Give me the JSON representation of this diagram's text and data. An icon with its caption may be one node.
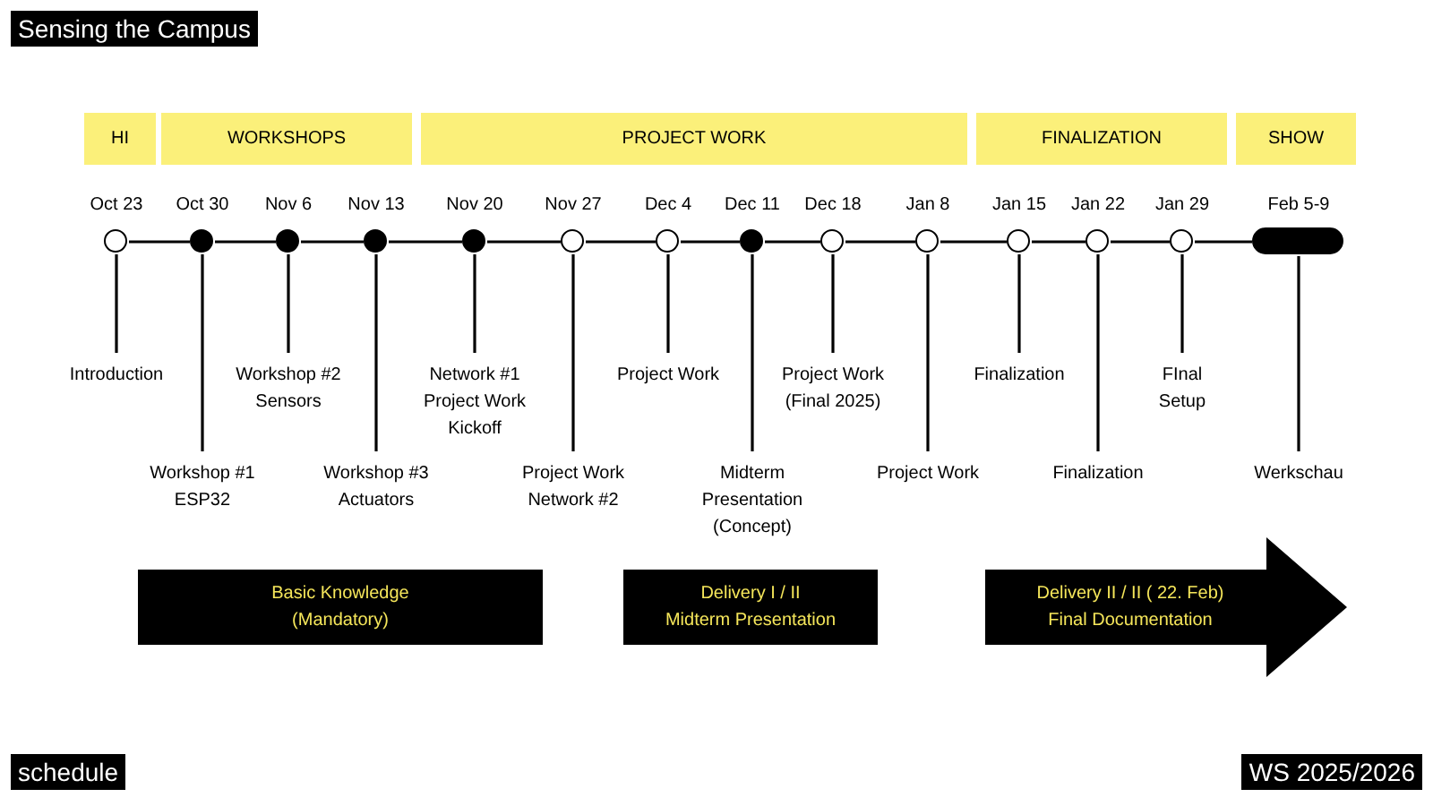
{
  "diagram": {
    "title": "Sensing the Campus",
    "nodes": [
      {
        "text": [
          "HI"
        ]
      },
      {
        "text": [
          "WORKSHOPS"
        ]
      },
      {
        "text": [
          "PROJECT WORK"
        ]
      },
      {
        "text": [
          "FINALIZATION"
        ]
      },
      {
        "text": [
          "SHOW"
        ]
      },
      {
        "text": [],
        "shape": "circle",
        "beside": [
          "Oct 23"
        ]
      },
      {
        "text": [],
        "shape": "dot",
        "beside": [
          "Oct 30"
        ]
      },
      {
        "text": [],
        "shape": "dot",
        "beside": [
          "Nov 6"
        ]
      },
      {
        "text": [],
        "shape": "dot",
        "beside": [
          "Nov 13"
        ]
      },
      {
        "text": [],
        "shape": "dot",
        "beside": [
          "Nov 20"
        ]
      },
      {
        "text": [],
        "shape": "circle",
        "beside": [
          "Nov 27"
        ]
      },
      {
        "text": [],
        "shape": "circle",
        "beside": [
          "Dec 4"
        ]
      },
      {
        "text": [],
        "shape": "dot",
        "beside": [
          "Dec 11"
        ]
      },
      {
        "text": [],
        "shape": "circle",
        "beside": [
          "Dec 18"
        ]
      },
      {
        "text": [],
        "shape": "circle",
        "beside": [
          "Jan 8"
        ]
      },
      {
        "text": [],
        "shape": "circle",
        "beside": [
          "Jan 15"
        ]
      },
      {
        "text": [],
        "shape": "circle",
        "beside": [
          "Jan 22"
        ]
      },
      {
        "text": [],
        "shape": "circle",
        "beside": [
          "Jan 29"
        ]
      },
      {
        "text": [],
        "shape": "bar",
        "beside": [
          "Feb 5-9"
        ]
      },
      {
        "text": [
          "Introduction"
        ]
      },
      {
        "text": [
          "Workshop #1 ESP32"
        ]
      },
      {
        "text": [
          "Workshop #2 Sensors"
        ]
      },
      {
        "text": [
          "Workshop #3 Actuators"
        ]
      },
      {
        "text": [
          "Network #1 Project Work Kickoff"
        ]
      },
      {
        "text": [
          "Project Work Network #2"
        ]
      },
      {
        "text": [
          "Project Work"
        ]
      },
      {
        "text": [
          "Midterm Presentation (Concept)"
        ]
      },
      {
        "text": [
          "Project Work (Final 2025)"
        ]
      },
      {
        "text": [
          "Project Work"
        ]
      },
      {
        "text": [
          "Finalization"
        ]
      },
      {
        "text": [
          "Finalization"
        ]
      },
      {
        "text": [
          "FInal Setup"
        ]
      },
      {
        "text": [
          "Werkschau"
        ]
      },
      {
        "text": [
          "Basic Knowledge",
          "(Mandatory)"
        ]
      },
      {
        "text": [
          "Delivery I / II",
          "Midterm Presentation"
        ]
      },
      {
        "text": [
          "Delivery II / II ( 22. Feb)",
          "Final Documentation"
        ]
      }
    ],
    "edges": [
      {
        "from": 5,
        "to": 6,
        "arrow": "none"
      },
      {
        "from": 6,
        "to": 7,
        "arrow": "none"
      },
      {
        "from": 7,
        "to": 8,
        "arrow": "none"
      },
      {
        "from": 8,
        "to": 9,
        "arrow": "none"
      },
      {
        "from": 9,
        "to": 10,
        "arrow": "none"
      },
      {
        "from": 10,
        "to": 11,
        "arrow": "none"
      },
      {
        "from": 11,
        "to": 12,
        "arrow": "none"
      },
      {
        "from": 12,
        "to": 13,
        "arrow": "none"
      },
      {
        "from": 13,
        "to": 14,
        "arrow": "none"
      },
      {
        "from": 14,
        "to": 15,
        "arrow": "none"
      },
      {
        "from": 15,
        "to": 16,
        "arrow": "none"
      },
      {
        "from": 16,
        "to": 17,
        "arrow": "none"
      },
      {
        "from": 17,
        "to": 18,
        "arrow": "none"
      },
      {
        "from": 5,
        "to": 19,
        "arrow": "none"
      },
      {
        "from": 6,
        "to": 20,
        "arrow": "none"
      },
      {
        "from": 7,
        "to": 21,
        "arrow": "none"
      },
      {
        "from": 8,
        "to": 22,
        "arrow": "none"
      },
      {
        "from": 9,
        "to": 23,
        "arrow": "none"
      },
      {
        "from": 10,
        "to": 24,
        "arrow": "none"
      },
      {
        "from": 11,
        "to": 25,
        "arrow": "none"
      },
      {
        "from": 12,
        "to": 26,
        "arrow": "none"
      },
      {
        "from": 13,
        "to": 27,
        "arrow": "none"
      },
      {
        "from": 14,
        "to": 28,
        "arrow": "none"
      },
      {
        "from": 15,
        "to": 29,
        "arrow": "none"
      },
      {
        "from": 16,
        "to": 30,
        "arrow": "none"
      },
      {
        "from": 17,
        "to": 31,
        "arrow": "none"
      },
      {
        "from": 18,
        "to": 32,
        "arrow": "none"
      }
    ],
    "labels": [
      "schedule",
      "WS 2025/2026"
    ]
  }
}
